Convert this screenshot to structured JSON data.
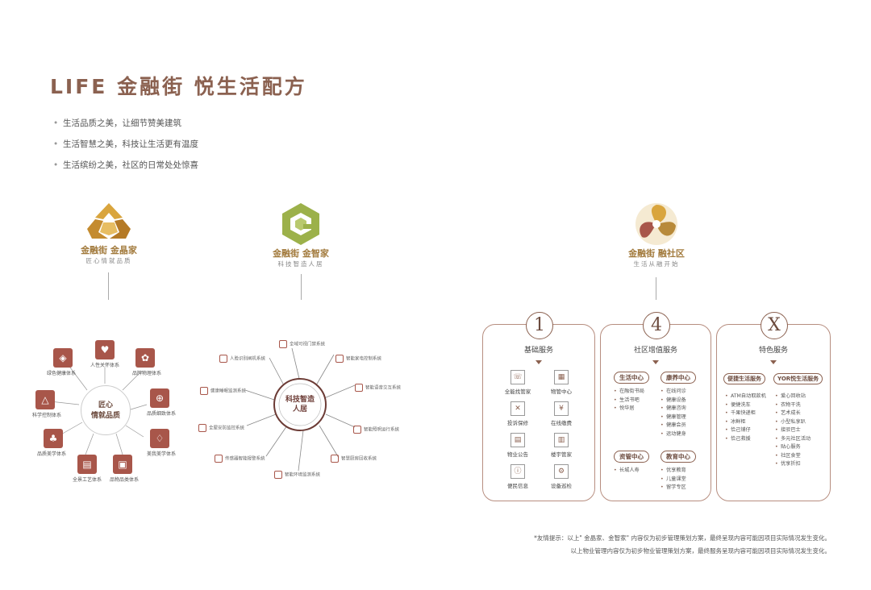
{
  "page": {
    "title": "LIFE 金融街  悦生活配方"
  },
  "bullets": [
    "生活品质之美，让细节赞美建筑",
    "生活智慧之美，科技让生活更有温度",
    "生活缤纷之美，社区的日常处处惊喜"
  ],
  "brands": [
    {
      "name": "金融街 金晶家",
      "tagline": "匠心情就品质"
    },
    {
      "name": "金融街 金智家",
      "tagline": "科技智造人居"
    },
    {
      "name": "金融街 融社区",
      "tagline": "生活从融开始"
    }
  ],
  "jinjing": {
    "hub": [
      "匠心",
      "情就品质"
    ],
    "nodes": [
      "人性关怀体系",
      "品牌物理体系",
      "品质细致体系",
      "美我美学体系",
      "品物品类体系",
      "全景工艺体系",
      "品质美学体系",
      "科学控制体系",
      "绿色健康体系"
    ]
  },
  "jinzhi": {
    "hub": [
      "科技智造",
      "人居"
    ],
    "nodes": [
      "全域可视门禁系统",
      "智能家电控制系统",
      "智能语音交互系统",
      "智能照明运行系统",
      "智慧厨房回收系统",
      "智能环境监测系统",
      "传感器智能报警系统",
      "全屋安防监控系统",
      "健康睡眠监测系统",
      "人脸识别闸机系统"
    ]
  },
  "cards": [
    {
      "num": "1",
      "title": "基础服务",
      "services": [
        "全能找管家",
        "物管中心",
        "投诉保修",
        "在线缴费",
        "物业公告",
        "楼宇管家",
        "便民信息",
        "设备巡检"
      ]
    },
    {
      "num": "4",
      "title": "社区增值服务",
      "groups": [
        {
          "label": "生活中心",
          "items": [
            "在融街书局",
            "生活书吧",
            "悦华居"
          ]
        },
        {
          "label": "康养中心",
          "items": [
            "在线问诊",
            "健康设备",
            "健康咨询",
            "健康管理",
            "健康会员",
            "运动健身"
          ]
        },
        {
          "label": "资管中心",
          "items": [
            "长城人寿"
          ]
        },
        {
          "label": "教育中心",
          "items": [
            "优享教育",
            "儿童课堂",
            "留学专区"
          ]
        }
      ]
    },
    {
      "num": "X",
      "title": "特色服务",
      "groups": [
        {
          "label": "便捷生活服务",
          "items": [
            "ATM自动取款机",
            "便捷洗车",
            "千果快递柜",
            "冰鲜柜",
            "恰己铺仔",
            "恰己救援"
          ]
        },
        {
          "label": "YOR悦生活服务",
          "items": [
            "爱心回收站",
            "衣物干洗",
            "艺术成长",
            "小型私享趴",
            "接驳巴士",
            "多元社区活动",
            "贴心服务",
            "社区食堂",
            "优享折扣"
          ]
        }
      ]
    }
  ],
  "notes": [
    "*友情提示：以上\" 金晶家、金智家\" 内容仅为初步管理策划方案，最终呈现内容可能因项目实际情况发生变化。",
    "以上物业管理内容仅为初步物业管理策划方案，最终服务呈现内容可能因项目实际情况发生变化。"
  ],
  "colors": {
    "accent": "#8b6150",
    "node": "#a8564a",
    "gold": "#c99a3c",
    "green": "#9cb14a"
  }
}
